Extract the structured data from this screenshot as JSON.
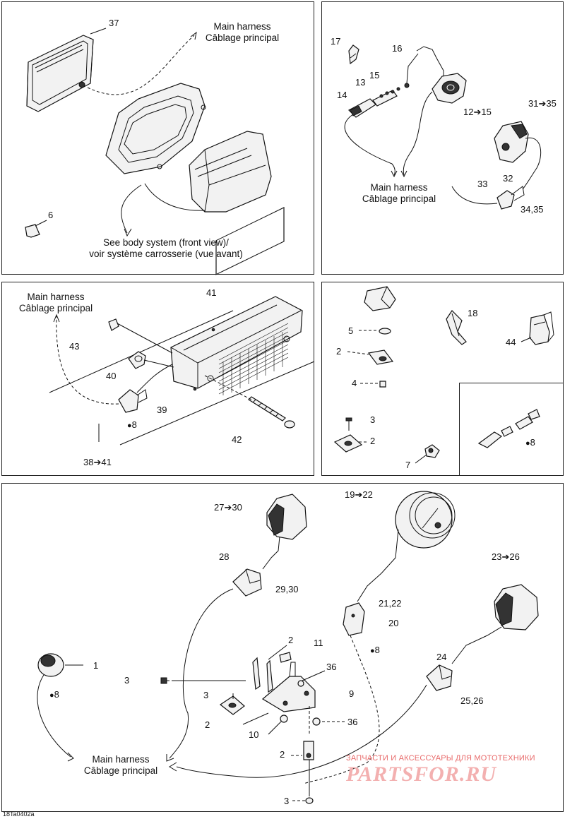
{
  "harness": {
    "en": "Main harness",
    "fr": "Câblage principal"
  },
  "body_ref": {
    "en": "See body system (front view)/",
    "fr": "voir système carrosserie (vue avant)"
  },
  "callouts": {
    "p37": "37",
    "p6": "6",
    "p17": "17",
    "p16": "16",
    "p13": "13",
    "p15": "15",
    "p14": "14",
    "p12_15": "12➔15",
    "p31_35": "31➔35",
    "p32": "32",
    "p33": "33",
    "p34_35": "34,35",
    "p41": "41",
    "p43": "43",
    "p40": "40",
    "p39": "39",
    "p8a": "8",
    "p42": "42",
    "p38_41": "38➔41",
    "p5": "5",
    "p2a": "2",
    "p4": "4",
    "p3a": "3",
    "p2b": "2",
    "p7": "7",
    "p18": "18",
    "p44": "44",
    "p8b": "8",
    "p27_30": "27➔30",
    "p19_22": "19➔22",
    "p28": "28",
    "p29_30": "29,30",
    "p23_26": "23➔26",
    "p21_22": "21,22",
    "p20": "20",
    "p8c": "8",
    "p1": "1",
    "p8d": "8",
    "p2c": "2",
    "p11": "11",
    "p36a": "36",
    "p3b": "3",
    "p9": "9",
    "p3c": "3",
    "p2d": "2",
    "p10": "10",
    "p36b": "36",
    "p24": "24",
    "p25_26": "25,26",
    "p2e": "2",
    "p3d": "3"
  },
  "figure_ref": "18Ta0402a",
  "watermark": {
    "line1": "ЗАПЧАСТИ И АКСЕССУАРЫ ДЛЯ МОТОТЕХНИКИ",
    "line2": "PARTSFOR.RU"
  }
}
